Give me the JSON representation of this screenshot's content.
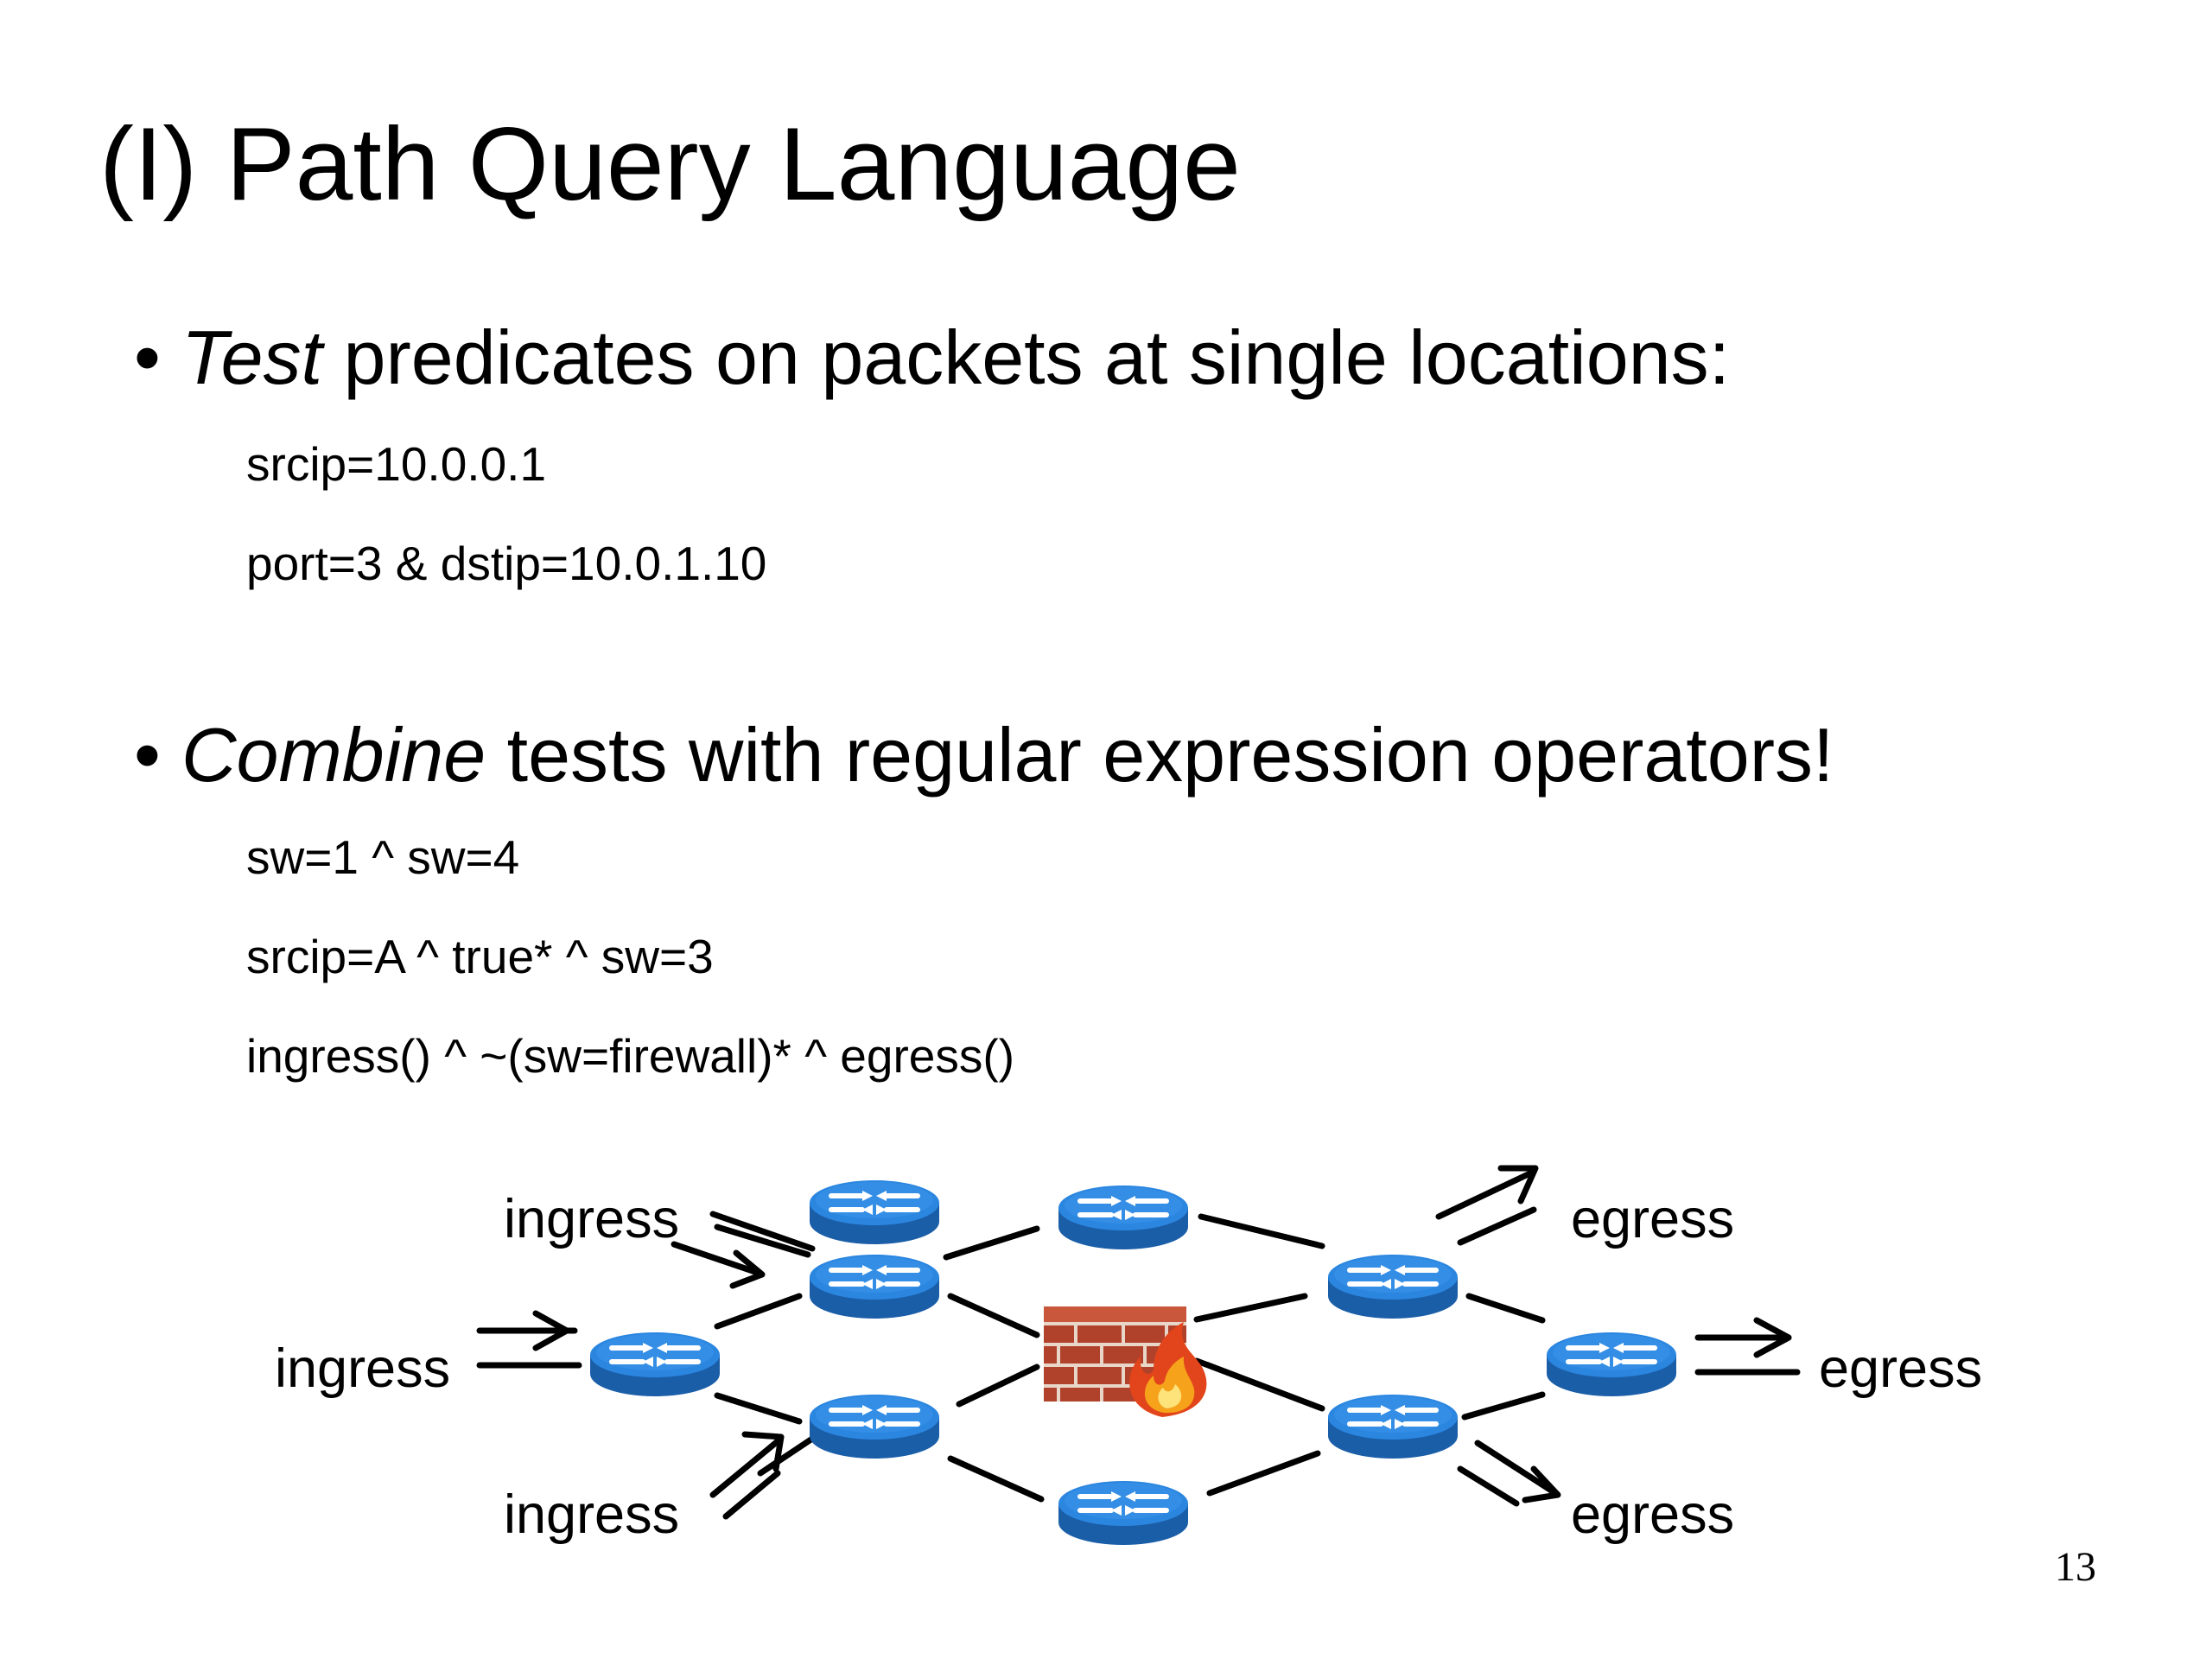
{
  "slide": {
    "title": "(I) Path Query Language",
    "bullets": [
      {
        "emphasis": "Test",
        "text": " predicates on packets at single locations:",
        "examples": [
          "srcip=10.0.0.1",
          "port=3 & dstip=10.0.1.10"
        ]
      },
      {
        "emphasis": "Combine",
        "text": " tests with regular expression operators!",
        "examples": [
          "sw=1 ^ sw=4",
          "srcip=A ^ true* ^ sw=3",
          "ingress() ^ ~(sw=firewall)* ^ egress()"
        ]
      }
    ],
    "page_number": "13"
  },
  "diagram": {
    "labels": {
      "ingress_top": "ingress",
      "ingress_left": "ingress",
      "ingress_bottom": "ingress",
      "egress_top": "egress",
      "egress_right": "egress",
      "egress_bottom": "egress"
    },
    "router_icon": "router-icon",
    "firewall_icon": "firewall-icon",
    "colors": {
      "router_blue": "#1f6fc4",
      "router_top": "#2b86e0",
      "brick": "#b0412a",
      "flame": "#f6a21b"
    }
  }
}
